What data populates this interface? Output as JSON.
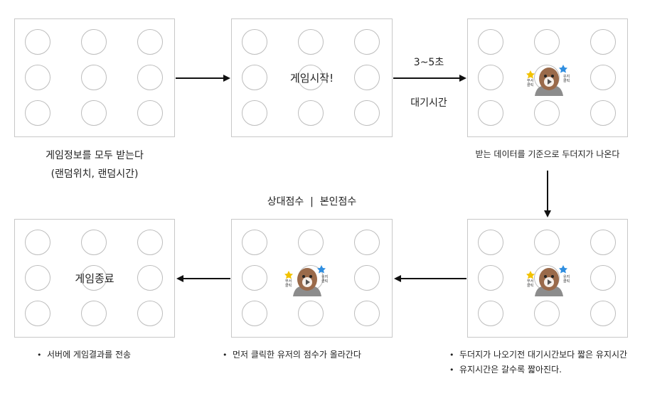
{
  "panels": {
    "p1": {
      "text": ""
    },
    "p2": {
      "text": "게임시작!"
    },
    "p3": {
      "text": ""
    },
    "p4": {
      "text": ""
    },
    "p5": {
      "text": ""
    },
    "p6": {
      "text": "게임종료"
    }
  },
  "captions": {
    "p1_line1": "게임정보를 모두 받는다",
    "p1_line2": "(랜덤위치, 랜덤시간)",
    "arrow_top": "3~5초",
    "arrow_bottom": "대기시간",
    "p3_caption": "받는 데이터를 기준으로 두더지가 나온다",
    "scores": "상대점수  |  본인점수",
    "p6_bullet": "서버에 게임결과를 전송",
    "p5_bullet": "먼저 클릭한 유저의 점수가 올라간다",
    "p4_bullet1": "두더지가 나오기전 대기시간보다 짧은 유지시간",
    "p4_bullet2": "유지시간은 갈수록 짧아진다."
  },
  "mole": {
    "tag_left": "부서\n클릭",
    "tag_right": "유지\n클릭"
  },
  "colors": {
    "panel_border": "#c8c8c8",
    "hole_border": "#bdbdbd",
    "mole_body": "#9a6a4a",
    "rock": "#8c8c8c",
    "star_yellow": "#f2c200",
    "star_blue": "#2f8ee0",
    "arrow": "#111111"
  }
}
